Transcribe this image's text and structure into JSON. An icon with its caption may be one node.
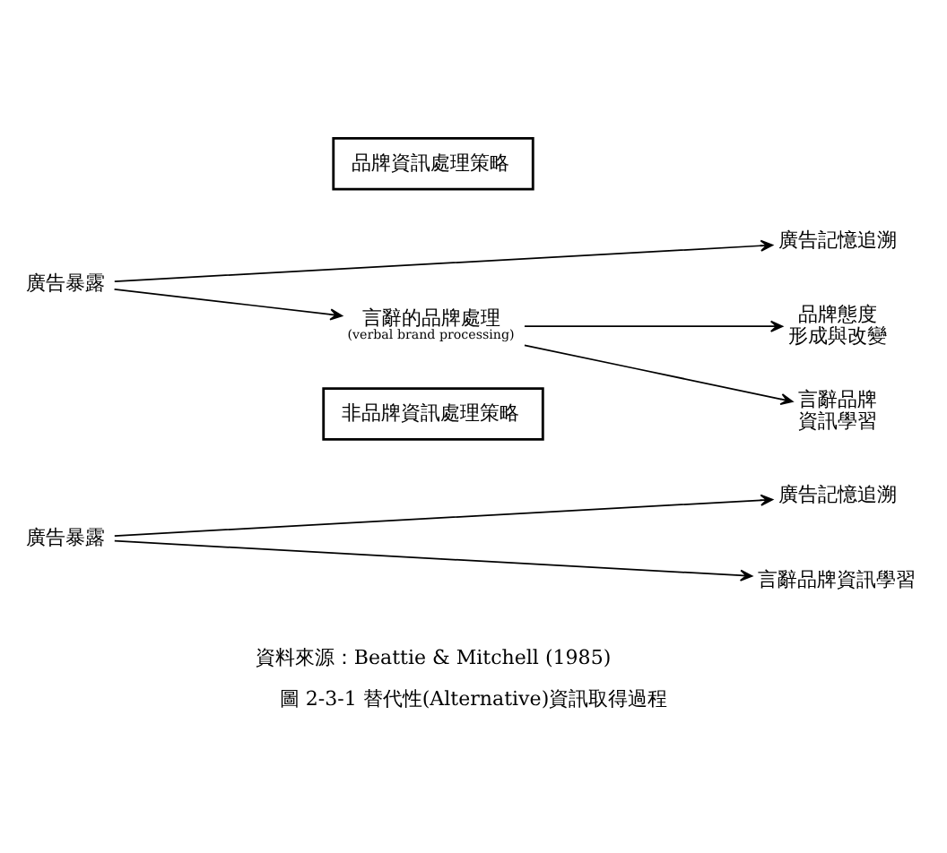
{
  "diagram": {
    "caption": "圖 2-3-1 替代性(Alternative)資訊取得過程",
    "nodes": [
      {
        "text": [
          "品牌資訊處理策略"
        ]
      },
      {
        "text": [
          "廣告暴露"
        ]
      },
      {
        "text": [
          "廣告記憶追溯"
        ]
      },
      {
        "text": [
          "言辭的品牌處理",
          "(verbal brand processing)"
        ]
      },
      {
        "text": [
          "品牌態度形成與改變"
        ]
      },
      {
        "text": [
          "言辭品牌資訊學習"
        ]
      },
      {
        "text": [
          "非品牌資訊處理策略"
        ]
      },
      {
        "text": [
          "廣告暴露"
        ]
      },
      {
        "text": [
          "廣告記憶追溯"
        ]
      },
      {
        "text": [
          "言辭品牌資訊學習"
        ]
      }
    ],
    "edges": [
      {
        "from": 1,
        "to": 2,
        "arrow": "to"
      },
      {
        "from": 1,
        "to": 3,
        "arrow": "to"
      },
      {
        "from": 3,
        "to": 4,
        "arrow": "to"
      },
      {
        "from": 3,
        "to": 5,
        "arrow": "to"
      },
      {
        "from": 7,
        "to": 8,
        "arrow": "to"
      },
      {
        "from": 7,
        "to": 9,
        "arrow": "to"
      }
    ],
    "labels": [
      "資料來源：Beattie & Mitchell (1985)"
    ]
  }
}
